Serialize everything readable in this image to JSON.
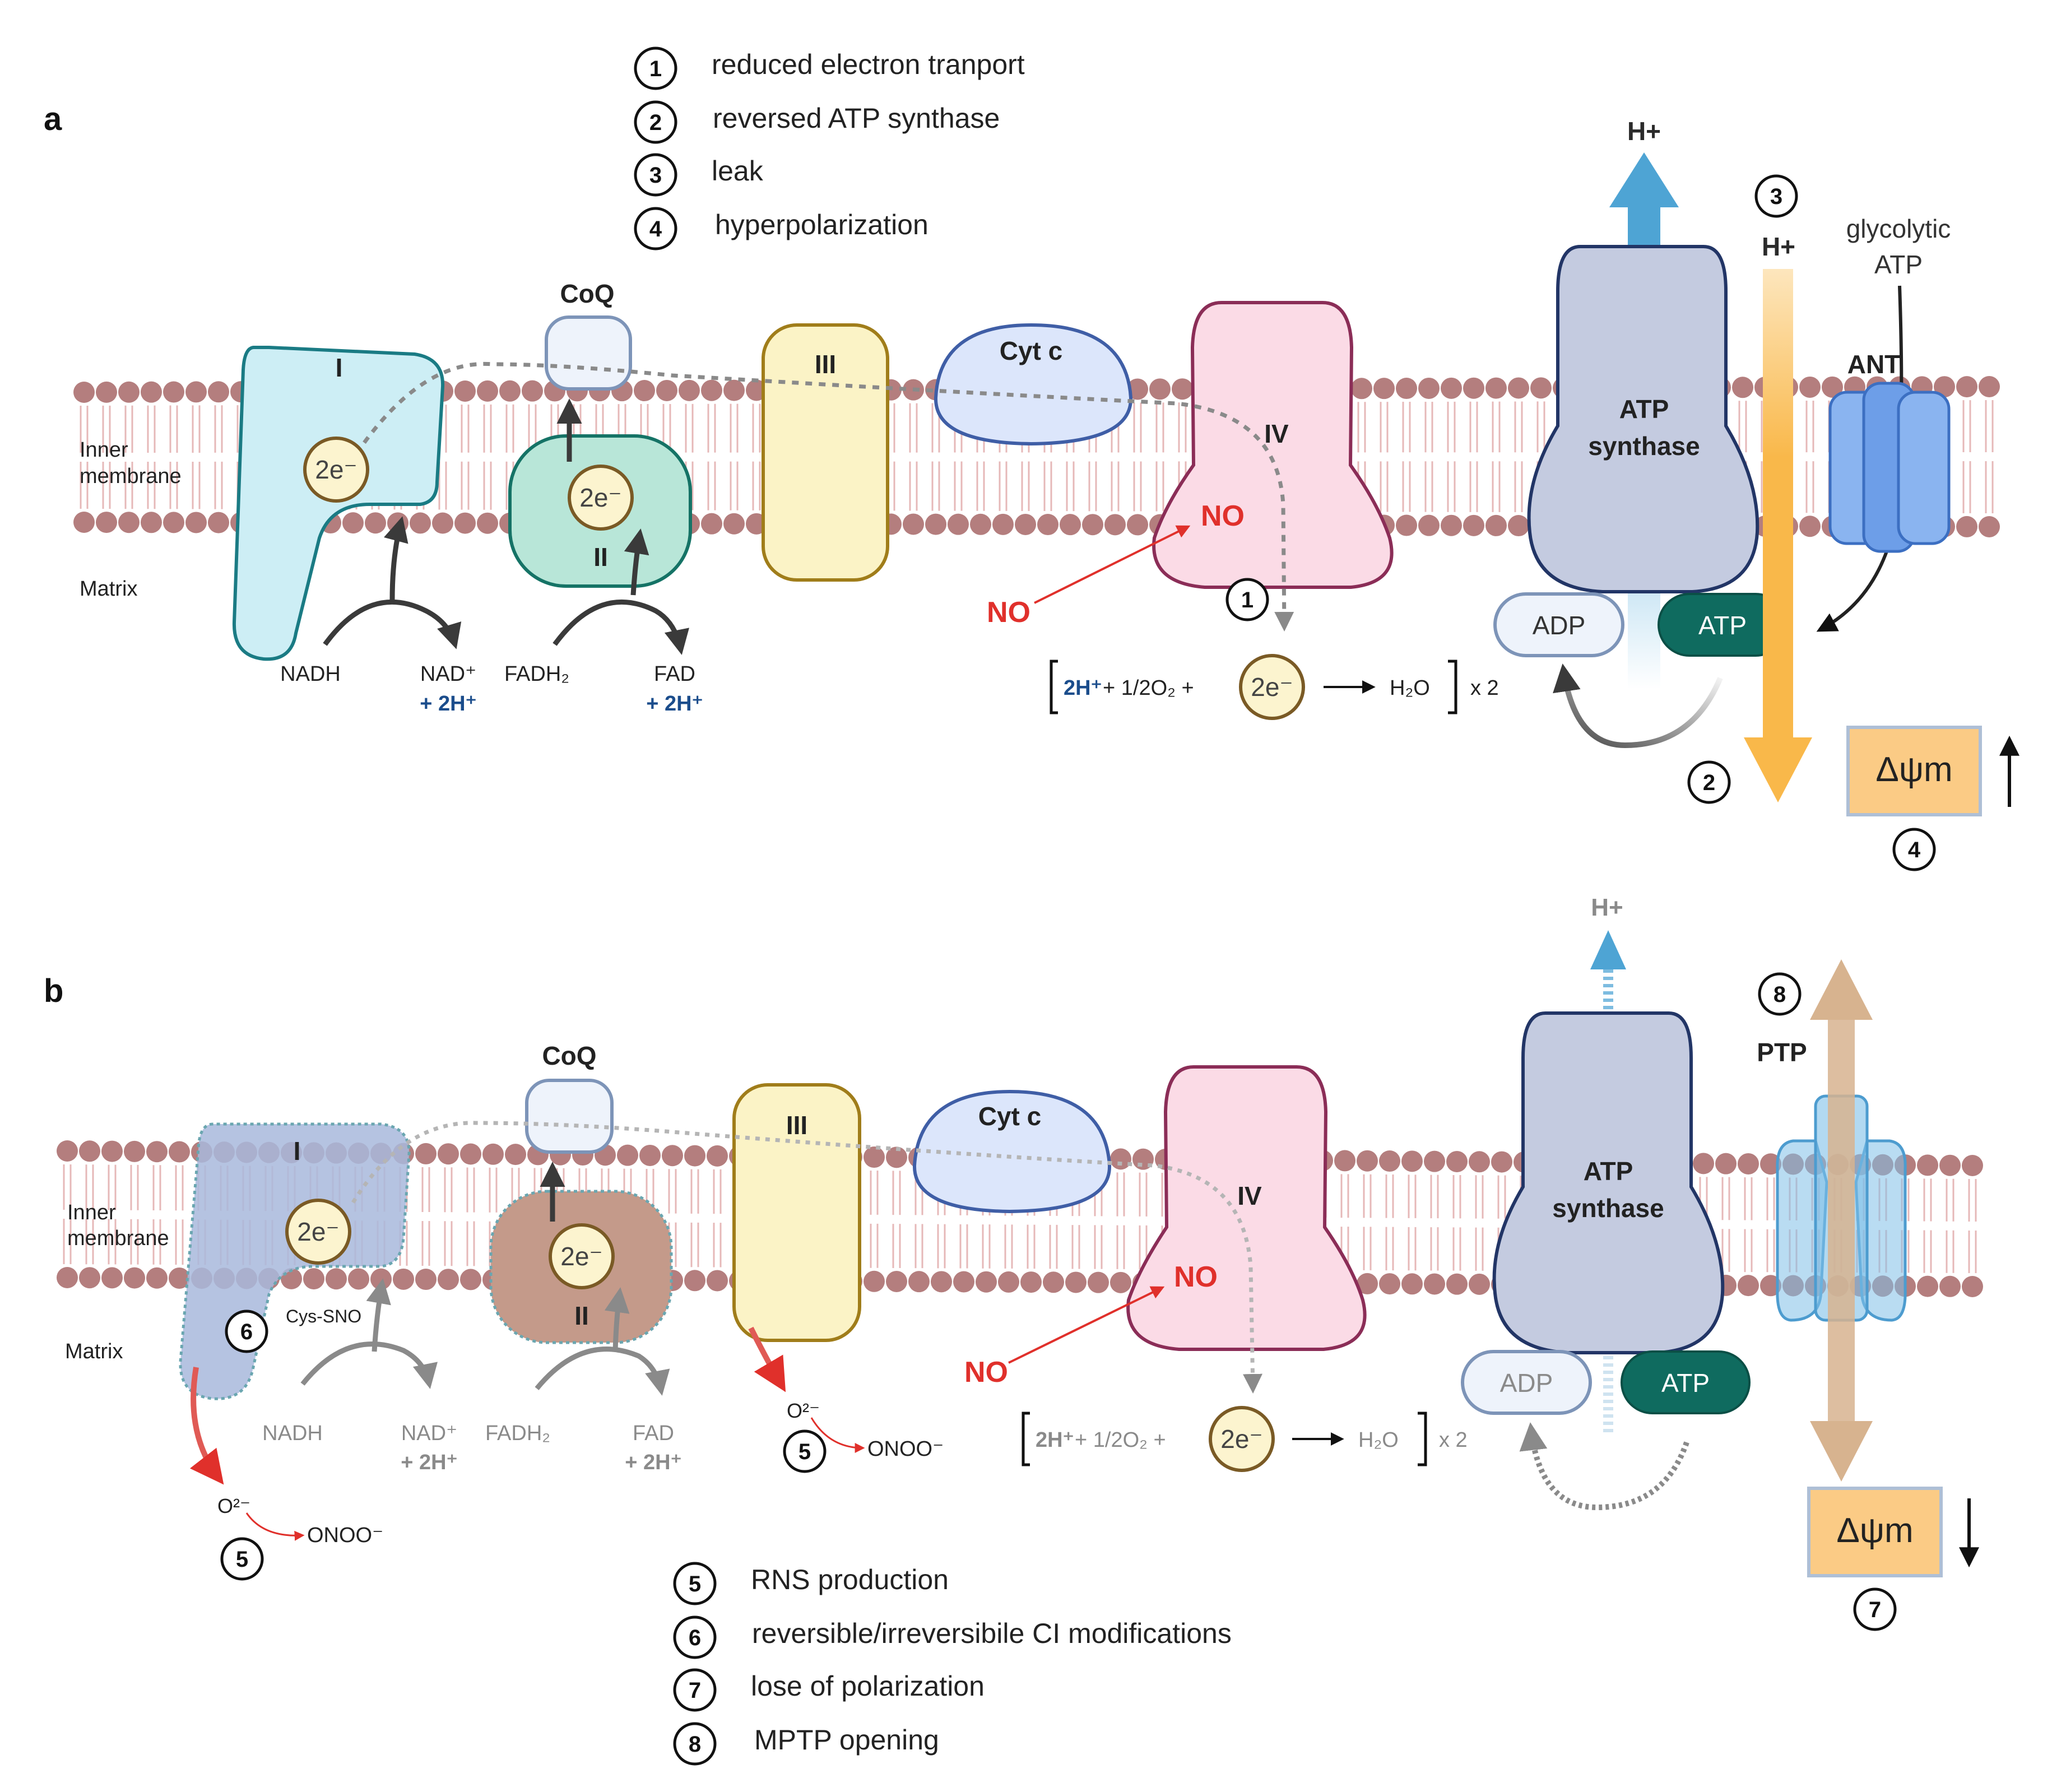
{
  "panel_a": {
    "letter": "a",
    "legend": [
      {
        "num": "1",
        "text": "reduced electron tranport"
      },
      {
        "num": "2",
        "text": "reversed ATP synthase"
      },
      {
        "num": "3",
        "text": "leak"
      },
      {
        "num": "4",
        "text": "hyperpolarization"
      }
    ],
    "labels": {
      "inner_membrane_1": "Inner",
      "inner_membrane_2": "membrane",
      "matrix": "Matrix",
      "complex_I": "I",
      "coq": "CoQ",
      "complex_II": "II",
      "complex_III": "III",
      "cyt_c": "Cyt c",
      "complex_IV": "IV",
      "atp_synthase_1": "ATP",
      "atp_synthase_2": "synthase",
      "ant": "ANT",
      "glycolytic_1": "glycolytic",
      "glycolytic_2": "ATP",
      "h_top": "H+",
      "h_leak": "H+",
      "electrons": "2e⁻",
      "no_inner": "NO",
      "no_outer": "NO",
      "nadh": "NADH",
      "nad": "NAD⁺",
      "nad_h": "+ 2H⁺",
      "fadh2": "FADH₂",
      "fad": "FAD",
      "fad_h": "+ 2H⁺",
      "adp": "ADP",
      "atp": "ATP",
      "eq_h": "2H⁺",
      "eq_o2": "+ 1/2O₂ +",
      "eq_water": "H₂O",
      "eq_times": "x 2",
      "delta_psi": "Δψm",
      "marker_1": "1",
      "marker_2": "2",
      "marker_3": "3",
      "marker_4": "4"
    }
  },
  "panel_b": {
    "letter": "b",
    "legend": [
      {
        "num": "5",
        "text": "RNS production"
      },
      {
        "num": "6",
        "text": "reversible/irreversibile CI modifications"
      },
      {
        "num": "7",
        "text": "lose of polarization"
      },
      {
        "num": "8",
        "text": "MPTP opening"
      }
    ],
    "labels": {
      "inner_membrane_1": "Inner",
      "inner_membrane_2": "membrane",
      "matrix": "Matrix",
      "complex_I": "I",
      "coq": "CoQ",
      "complex_II": "II",
      "complex_III": "III",
      "cyt_c": "Cyt c",
      "complex_IV": "IV",
      "atp_synthase_1": "ATP",
      "atp_synthase_2": "synthase",
      "ptp": "PTP",
      "h_top": "H+",
      "electrons": "2e⁻",
      "no_inner": "NO",
      "no_outer": "NO",
      "cys_sno": "Cys-SNO",
      "nadh": "NADH",
      "nad": "NAD⁺",
      "nad_h": "+ 2H⁺",
      "fadh2": "FADH₂",
      "fad": "FAD",
      "fad_h": "+ 2H⁺",
      "adp": "ADP",
      "atp": "ATP",
      "superoxide": "O²⁻",
      "peroxynitrite": "ONOO⁻",
      "eq_h": "2H⁺",
      "eq_o2": "+ 1/2O₂ +",
      "eq_water": "H₂O",
      "eq_times": "x 2",
      "delta_psi": "Δψm",
      "marker_5": "5",
      "marker_6": "6",
      "marker_7": "7",
      "marker_8": "8"
    }
  },
  "colors": {
    "membrane_head": "#b47e7e",
    "membrane_tail": "#e6b8b8",
    "complex_I": "#cdeef5",
    "complex_II": "#b8e6d8",
    "complex_III": "#fbf3c6",
    "cyt_c": "#dce6fb",
    "complex_IV": "#fbdbe6",
    "atp_synthase": "#c4cbe0",
    "atp_pill": "#0f6b5f",
    "no_red": "#e0302b",
    "h_blue": "#4ea4d4",
    "leak_orange": "#f9b84a",
    "delta_box": "#fbcb85"
  }
}
